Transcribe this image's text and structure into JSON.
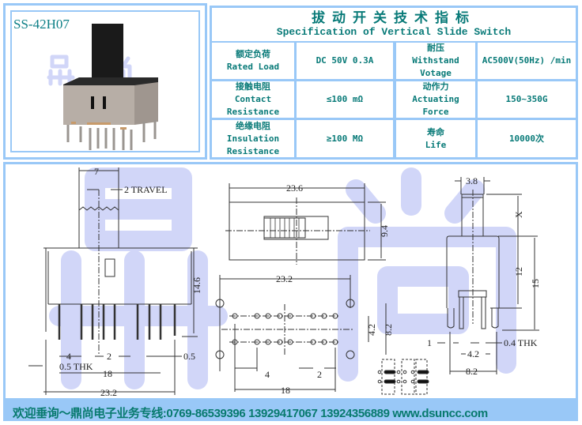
{
  "product": {
    "model": "SS-42H07",
    "photo_watermark": "鼎 尚"
  },
  "spec_table": {
    "title_cn": "拔动开关技术指标",
    "title_en": "Specification of Vertical Slide Switch",
    "rows": [
      {
        "label_cn": "额定负荷",
        "label_en": "Rated Load",
        "value": "DC 50V 0.3A",
        "label2_cn": "耐压",
        "label2_en": "Withstand Votage",
        "value2": "AC500V(50Hz) /min"
      },
      {
        "label_cn": "接触电阻",
        "label_en": "Contact Resistance",
        "value": "≤100 mΩ",
        "label2_cn": "动作力",
        "label2_en": "Actuating Force",
        "value2": "150~350G"
      },
      {
        "label_cn": "绝缘电阻",
        "label_en": "Insulation Resistance",
        "value": "≥100 MΩ",
        "label2_cn": "寿命",
        "label2_en": "Life",
        "value2": "10000次"
      }
    ]
  },
  "drawing": {
    "watermark": "鼎尚",
    "side_view": {
      "stem_width": "7",
      "travel": "2 TRAVEL",
      "height": "14.6",
      "pitch": "4",
      "pitch2": "2",
      "thk": "0.5 THK",
      "pin": "0.5",
      "pin_span": "18",
      "total": "23.2"
    },
    "top_view": {
      "length": "23.6",
      "width": "9.4"
    },
    "footprint": {
      "hole_span": "23.2",
      "row_pitch": "4.2",
      "outer_pitch": "8.2",
      "pitch": "4",
      "pitch2": "2",
      "pin_span": "18"
    },
    "end_view": {
      "stem": "3.8",
      "stem_height": "X",
      "body": "12",
      "total": "15",
      "pin": "1",
      "thk": "0.4 THK",
      "inner": "4.2",
      "outer": "8.2"
    }
  },
  "footer": {
    "contact": "欢迎垂询～鼎尚电子业务专线:0769-86539396  13929417067 13924356889  www.dsuncc.com"
  },
  "colors": {
    "border": "#99c8f7",
    "text": "#087a78",
    "watermark": "#c9cff7"
  }
}
